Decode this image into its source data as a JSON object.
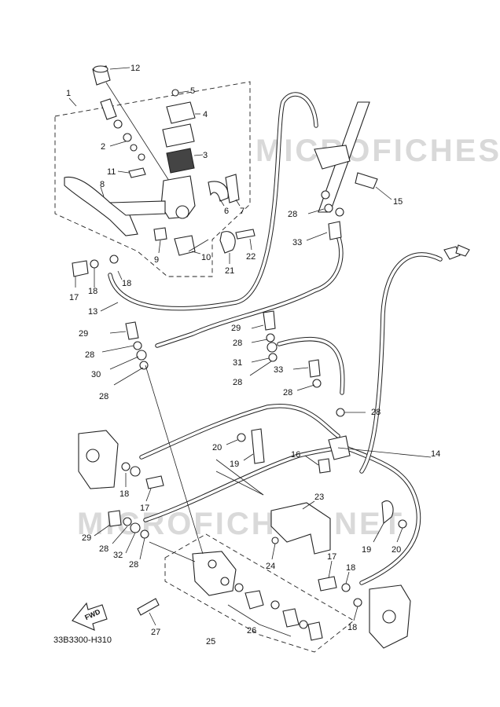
{
  "watermark": "MICROFICHES.NET",
  "diagram_code": "33B3300-H310",
  "fwd_label": "FWD",
  "callouts": {
    "n1": "1",
    "n2": "2",
    "n3": "3",
    "n4": "4",
    "n5": "5",
    "n6": "6",
    "n7": "7",
    "n8": "8",
    "n9": "9",
    "n10": "10",
    "n11": "11",
    "n12": "12",
    "n13": "13",
    "n14": "14",
    "n15": "15",
    "n16": "16",
    "n17a": "17",
    "n17b": "17",
    "n17c": "17",
    "n18a": "18",
    "n18b": "18",
    "n18c": "18",
    "n18d": "18",
    "n18e": "18",
    "n19a": "19",
    "n19b": "19",
    "n20a": "20",
    "n20b": "20",
    "n21": "21",
    "n22": "22",
    "n23": "23",
    "n24": "24",
    "n25": "25",
    "n26": "26",
    "n27": "27",
    "n28a": "28",
    "n28b": "28",
    "n28c": "28",
    "n28d": "28",
    "n28e": "28",
    "n28f": "28",
    "n28g": "28",
    "n28h": "28",
    "n28i": "28",
    "n29a": "29",
    "n29b": "29",
    "n29c": "29",
    "n30": "30",
    "n31": "31",
    "n32": "32",
    "n33a": "33",
    "n33b": "33"
  }
}
